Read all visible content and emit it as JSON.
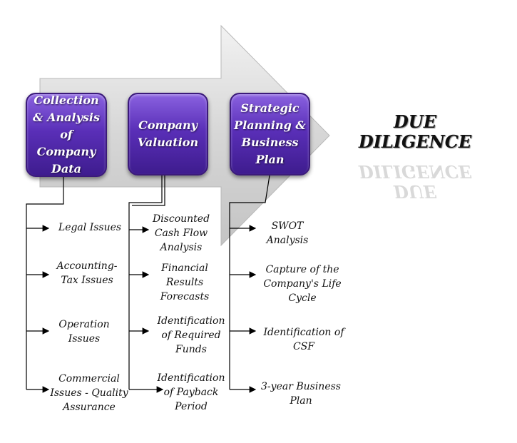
{
  "title": "DUE\nDILIGENCE",
  "stages": [
    {
      "label": "Collection\n& Analysis\nof\nCompany\nData",
      "items": [
        "Legal Issues",
        "Accounting-\nTax Issues",
        "Operation\nIssues",
        "Commercial\nIssues - Quality\nAssurance"
      ]
    },
    {
      "label": "Company\nValuation",
      "items": [
        "Discounted\nCash Flow\nAnalysis",
        "Financial\nResults\nForecasts",
        "Identification\nof Required\nFunds",
        "Identification\nof Payback\nPeriod"
      ]
    },
    {
      "label": "Strategic\nPlanning &\nBusiness\nPlan",
      "items": [
        "SWOT\nAnalysis",
        "Capture of the\nCompany's Life\nCycle",
        "Identification of\nCSF",
        "3-year Business\nPlan"
      ]
    }
  ],
  "colors": {
    "box": "#5a2fb8",
    "arrow": "#d8d8d8",
    "line": "#000000"
  }
}
